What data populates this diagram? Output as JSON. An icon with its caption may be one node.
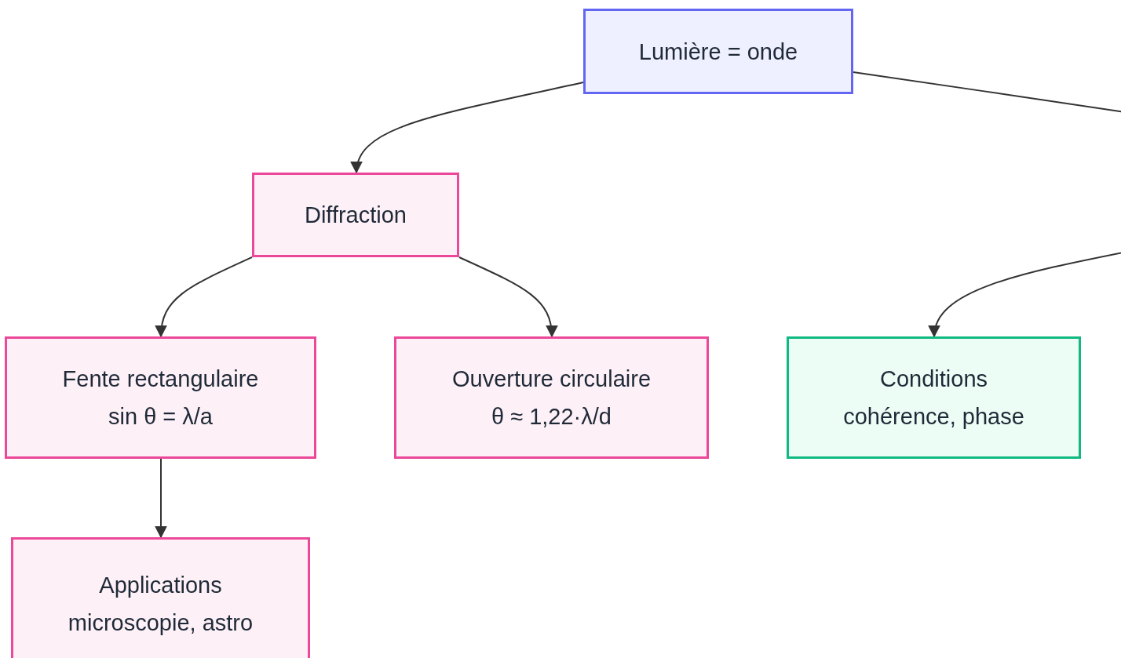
{
  "diagram": {
    "nodes": [
      {
        "text": [
          "Lumière = onde"
        ]
      },
      {
        "text": [
          "Diffraction"
        ]
      },
      {
        "text": [
          "Fente rectangulaire",
          "sin θ = λ/a"
        ]
      },
      {
        "text": [
          "Ouverture circulaire",
          "θ ≈ 1,22·λ/d"
        ]
      },
      {
        "text": [
          "Conditions",
          "cohérence, phase"
        ]
      },
      {
        "text": [
          "Applications",
          "microscopie, astro"
        ]
      }
    ],
    "edges": [
      {
        "from": 0,
        "to": 1,
        "arrow": "to"
      },
      {
        "from": 1,
        "to": 2,
        "arrow": "to"
      },
      {
        "from": 1,
        "to": 3,
        "arrow": "to"
      },
      {
        "from": 2,
        "to": 5,
        "arrow": "to"
      },
      {
        "from": 0,
        "to": null,
        "arrow": "none"
      },
      {
        "from": null,
        "to": 4,
        "arrow": "to"
      }
    ]
  }
}
